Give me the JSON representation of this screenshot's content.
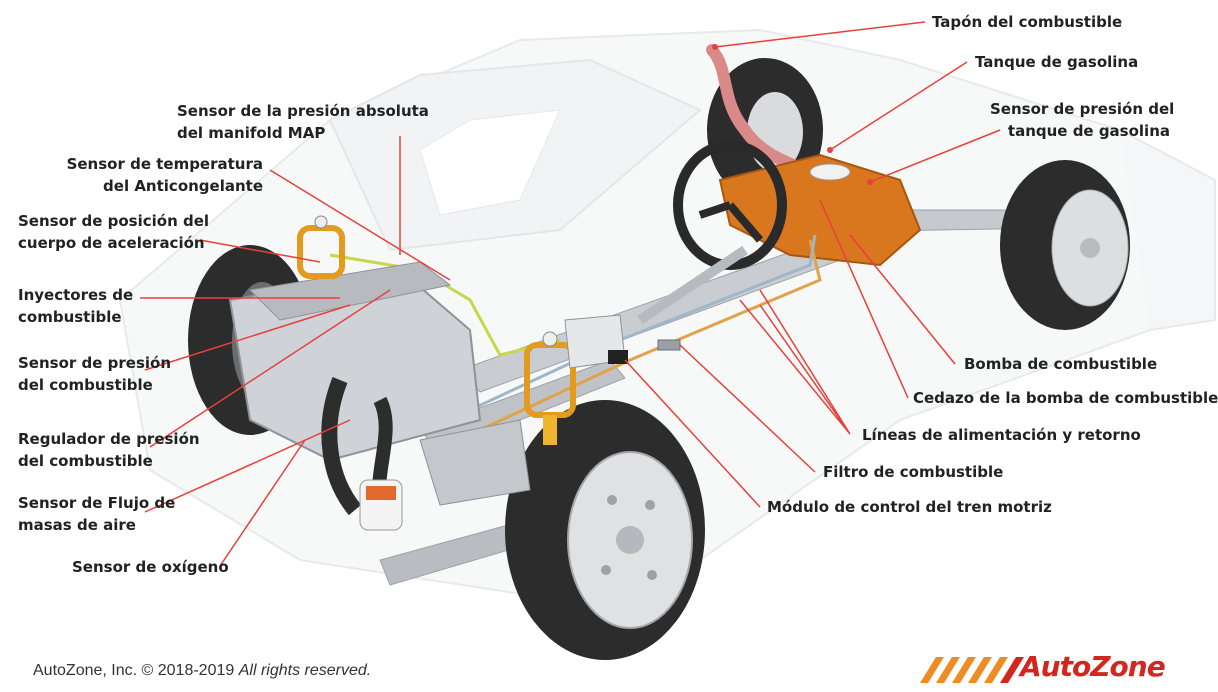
{
  "labels": {
    "tapon": "Tapón del combustible",
    "tanque": "Tanque de gasolina",
    "sensor_tanque_1": "Sensor de presión del",
    "sensor_tanque_2": "tanque de gasolina",
    "map_1": "Sensor de la presión absoluta",
    "map_2": "del manifold MAP",
    "temp_1": "Sensor de temperatura",
    "temp_2": "del Anticongelante",
    "posicion_1": "Sensor de posición del",
    "posicion_2": "cuerpo de aceleración",
    "inyectores_1": "Inyectores de",
    "inyectores_2": "combustible",
    "presion_comb_1": "Sensor de presión",
    "presion_comb_2": "del combustible",
    "regulador_1": "Regulador de presión",
    "regulador_2": "del combustible",
    "flujo_1": "Sensor de Flujo de",
    "flujo_2": "masas de aire",
    "oxigeno": "Sensor de oxígeno",
    "bomba": "Bomba de combustible",
    "cedazo": "Cedazo de la bomba de combustible",
    "lineas": "Líneas de alimentación y retorno",
    "filtro": "Filtro de combustible",
    "modulo": "Módulo de control del tren motriz"
  },
  "footer": {
    "copyright_main": "AutoZone, Inc. © 2018-2019",
    "copyright_rights": "All rights reserved.",
    "brand": "AutoZone"
  },
  "colors": {
    "leader_line": "#e8413c",
    "fuel_tank": "#d9771f",
    "spring": "#e39a1f",
    "tire": "#2c2c2c",
    "brand": "#d3261e",
    "brand_stripes": "#f08a24"
  }
}
